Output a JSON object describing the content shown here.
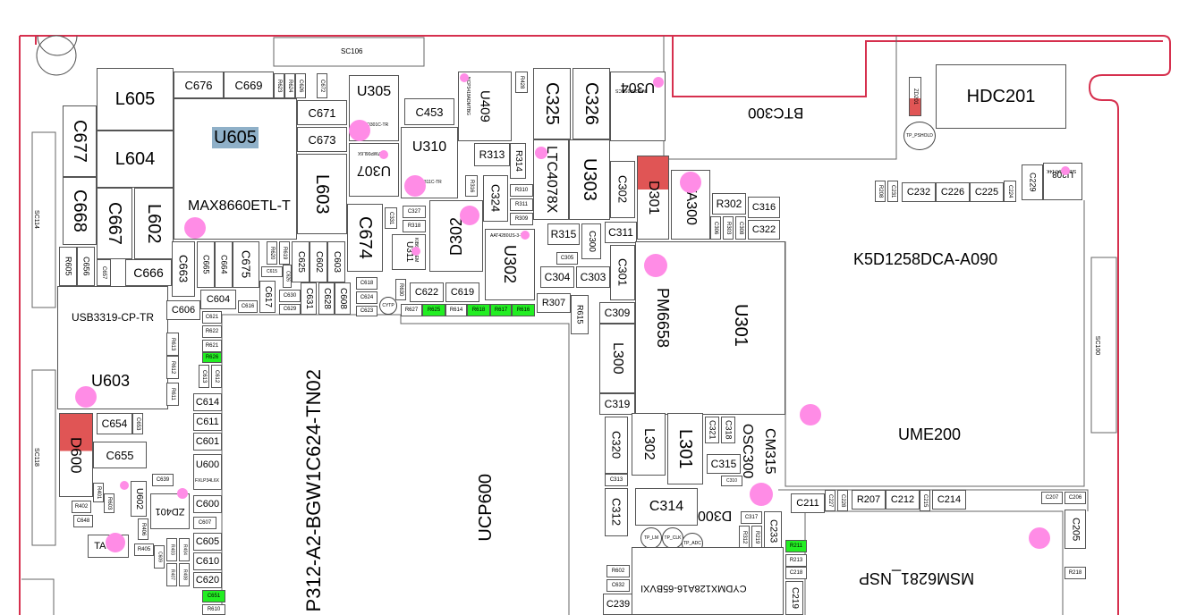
{
  "colors": {
    "outline": "#d6304e",
    "highlight_green": "#22ee22",
    "highlight_red": "#e05555",
    "highlight_blue": "#8fb0c8",
    "marker": "#ff8ce6"
  },
  "board": {
    "big_labels": {
      "ucp600": "UCP600",
      "bgw": "P312-A2-BGW1C624-TN02",
      "k5d": "K5D1258DCA-A090",
      "ume200": "UME200",
      "msm": "MSM6281_NSP",
      "usb3319": "USB3319-CP-TR",
      "max8660": "MAX8660ETL-T",
      "cydmx": "CYDMX128A16-65BVXI",
      "btc300": "BTC300",
      "sc106": "SC106",
      "sc114": "SC114",
      "sc118": "SC118",
      "sc100": "SC100"
    },
    "components": {
      "L605": "L605",
      "L604": "L604",
      "U605": "U605",
      "C676": "C676",
      "C669": "C669",
      "R623": "R623",
      "R624": "R624",
      "C626": "C626",
      "C672": "C672",
      "U305": "U305",
      "C671": "C671",
      "C673": "C673",
      "C453": "C453",
      "U409": "U409",
      "U409_sub": "NCP3418ADMTBG",
      "R428": "R428",
      "C325": "C325",
      "C326": "C326",
      "U304": "U304",
      "U304_sub": "MIC2840SBCS",
      "C677": "C677",
      "C668": "C668",
      "C667": "C667",
      "L602": "L602",
      "L603": "L603",
      "U307": "U307",
      "U307_sub": "NC7WP06L6X",
      "U310": "U310",
      "U310_sub": "R3111Q311C-TR",
      "U305_sub": "R3111Q301C-TR",
      "R313": "R313",
      "R314": "R314",
      "C324": "C324",
      "R316": "R316",
      "LTC4078X": "LTC4078X",
      "U303": "U303",
      "C302": "C302",
      "D301": "D301",
      "TA300": "TA300",
      "R310": "R310",
      "R311": "R311",
      "R309": "R309",
      "D302": "D302",
      "C674": "C674",
      "C331": "C331",
      "C327": "C327",
      "R318": "R318",
      "U311": "U311",
      "U311_sub": "KIB6-25-EM",
      "U302": "U302",
      "U302_sub": "AAT4280IJS-3-T1",
      "R315": "R315",
      "C300": "C300",
      "C311": "C311",
      "C305": "C305",
      "C304": "C304",
      "C303": "C303",
      "C301": "C301",
      "R302": "R302",
      "C316": "C316",
      "C322": "C322",
      "C306": "C306",
      "R303": "R303",
      "C308": "C308",
      "R605": "R605",
      "C656": "C656",
      "C657": "C657",
      "C666": "C666",
      "C663": "C663",
      "C665": "C665",
      "C664": "C664",
      "C675": "C675",
      "R620": "R620",
      "R619": "R619",
      "C625": "C625",
      "C602": "C602",
      "C603": "C603",
      "C604": "C604",
      "C606": "C606",
      "C616": "C616",
      "C617": "C617",
      "C615": "C615",
      "C626b": "C626",
      "C630": "C630",
      "C629": "C629",
      "C631": "C631",
      "C628": "C628",
      "C608": "C608",
      "C618": "C618",
      "C624": "C624",
      "C623": "C623",
      "R630": "R630",
      "C622": "C622",
      "C619": "C619",
      "R627": "R627",
      "R625": "R625",
      "R614": "R614",
      "R618": "R618",
      "R617": "R617",
      "R616": "R616",
      "R307": "R307",
      "R615": "R615",
      "C309": "C309",
      "L300": "L300",
      "C319": "C319",
      "PM6658": "PM6658",
      "U301": "U301",
      "C621": "C621",
      "R622": "R622",
      "R621": "R621",
      "R626": "R626",
      "R613": "R613",
      "R612": "R612",
      "R611": "R611",
      "C613": "C613",
      "C612": "C612",
      "U603": "U603",
      "C614": "C614",
      "C611": "C611",
      "C601": "C601",
      "U600": "U600",
      "U600_sub": "FXLP34L6X",
      "C654": "C654",
      "C653": "C653",
      "C655": "C655",
      "D600": "D600",
      "C639": "C639",
      "U602": "U602",
      "ZD401": "ZD401",
      "C600": "C600",
      "C607": "C607",
      "C605": "C605",
      "C610": "C610",
      "C620": "C620",
      "C651": "C651",
      "R610": "R610",
      "R401": "R401",
      "R603": "R603",
      "R402": "R402",
      "C648": "C648",
      "R406": "R406",
      "R405": "R405",
      "C609": "C609",
      "R403": "R403",
      "R404": "R404",
      "R407": "R407",
      "R408": "R408",
      "TA600": "TA600",
      "C320": "C320",
      "L302": "L302",
      "L301": "L301",
      "C321": "C321",
      "C318": "C318",
      "OSC300": "OSC300",
      "CM315": "CM315",
      "C313": "C313",
      "C315": "C315",
      "C310": "C310",
      "C312": "C312",
      "C314": "C314",
      "D300": "D300",
      "C317": "C317",
      "R312": "R312",
      "R219": "R219",
      "C233": "C233",
      "R211": "R211",
      "R213": "R213",
      "C218": "C218",
      "C219": "C219",
      "R602": "R602",
      "C632": "C632",
      "C239": "C239",
      "C211": "C211",
      "C227": "C227",
      "C228": "C228",
      "R207": "R207",
      "C212": "C212",
      "C215": "C215",
      "C214": "C214",
      "C207": "C207",
      "C206": "C206",
      "C205": "C205",
      "R218": "R218",
      "R208": "R208",
      "C231": "C231",
      "C232": "C232",
      "C226": "C226",
      "C225": "C225",
      "C224": "C224",
      "C229": "C229",
      "U208": "U208",
      "U208_sub": "SIBB L6AT14K",
      "ZD201": "ZD201",
      "HDC201": "HDC201",
      "TP_PSHOLD": "TP_PSHOLD",
      "TP_LM": "TP_LM",
      "TP_CLK": "TP_CLK",
      "TP_ADC": "TP_ADC",
      "CYTP": "CYTP"
    }
  }
}
